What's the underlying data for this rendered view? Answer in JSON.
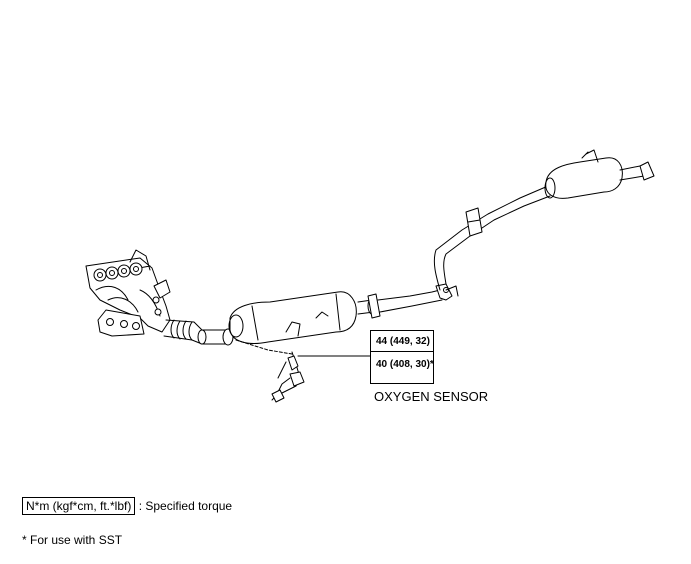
{
  "diagram": {
    "component_label": "OXYGEN SENSOR",
    "torque_values": [
      "44 (449, 32)",
      "40 (408, 30)*"
    ]
  },
  "legend": {
    "unit_label": "N*m (kgf*cm, ft.*lbf)",
    "unit_desc": ": Specified torque"
  },
  "footnote": "* For use with SST"
}
